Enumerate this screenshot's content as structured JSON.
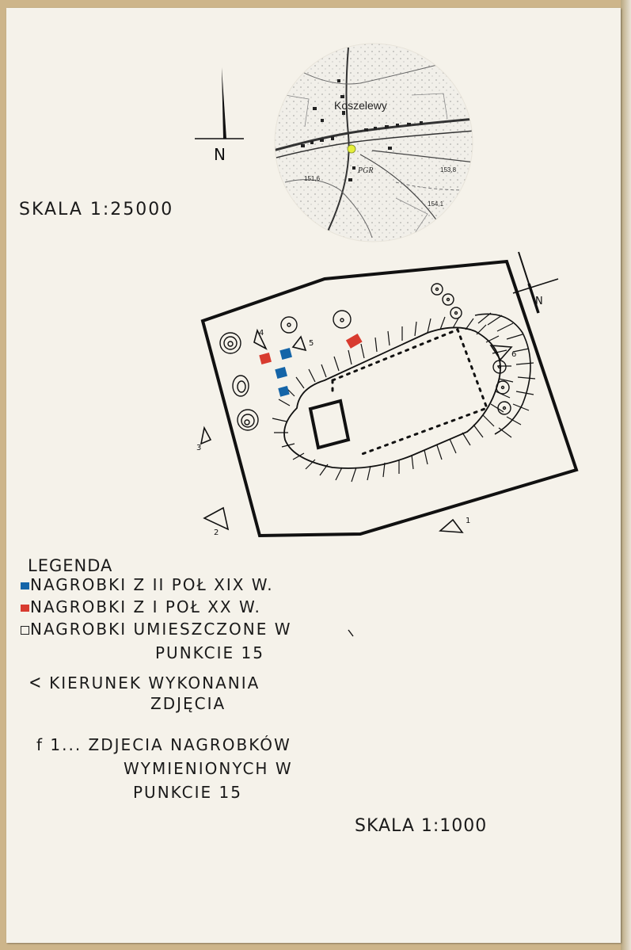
{
  "scale_top": "SKALA 1:25000",
  "scale_bottom": "SKALA 1:1000",
  "north_top": "N",
  "north_site": "N",
  "locator_map": {
    "village": "Koszelewy",
    "pgr": "PGR",
    "heights": [
      "151,6",
      "153,8",
      "154,1"
    ]
  },
  "photo_markers": [
    "1",
    "2",
    "3",
    "4",
    "5",
    "6"
  ],
  "legend": {
    "title": "LEGENDA",
    "item1": "NAGROBKI  Z II POŁ XIX W.",
    "item2": "NAGROBKI  Z I POŁ XX W.",
    "item3": "NAGROBKI  UMIESZCZONE W",
    "item3b": "PUNKCIE 15",
    "item4": "KIERUNEK  WYKONANIA",
    "item4b": "ZDJĘCIA",
    "item5": "f 1... ZDJECIA NAGROBKÓW",
    "item5b": "WYMIENIONYCH W",
    "item5c": "PUNKCIE 15"
  },
  "colors": {
    "blue_tomb": "#1565a8",
    "red_tomb": "#d83b2f",
    "ink": "#1a1a1a"
  }
}
